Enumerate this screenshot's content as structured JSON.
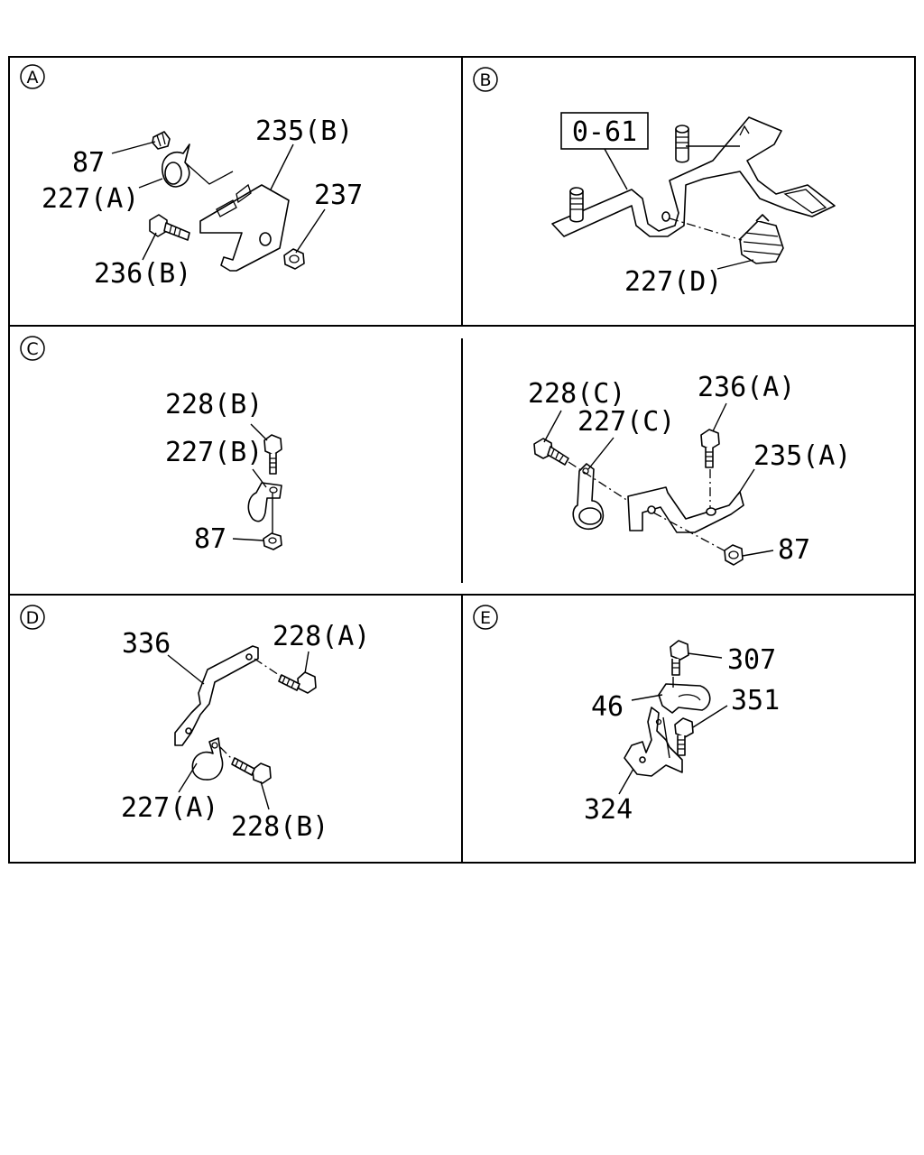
{
  "panels": {
    "A": {
      "letter": "A",
      "labels": {
        "p87": "87",
        "p227A": "227(A)",
        "p235B": "235(B)",
        "p237": "237",
        "p236B": "236(B)"
      }
    },
    "B": {
      "letter": "B",
      "ref_box": "0-61",
      "labels": {
        "p227D": "227(D)"
      }
    },
    "C": {
      "letter": "C",
      "left_labels": {
        "p228B": "228(B)",
        "p227B": "227(B)",
        "p87": "87"
      },
      "right_labels": {
        "p228C": "228(C)",
        "p227C": "227(C)",
        "p236A": "236(A)",
        "p235A": "235(A)",
        "p87": "87"
      }
    },
    "D": {
      "letter": "D",
      "labels": {
        "p336": "336",
        "p228A": "228(A)",
        "p227A": "227(A)",
        "p228B": "228(B)"
      }
    },
    "E": {
      "letter": "E",
      "labels": {
        "p307": "307",
        "p46": "46",
        "p351": "351",
        "p324": "324"
      }
    }
  }
}
